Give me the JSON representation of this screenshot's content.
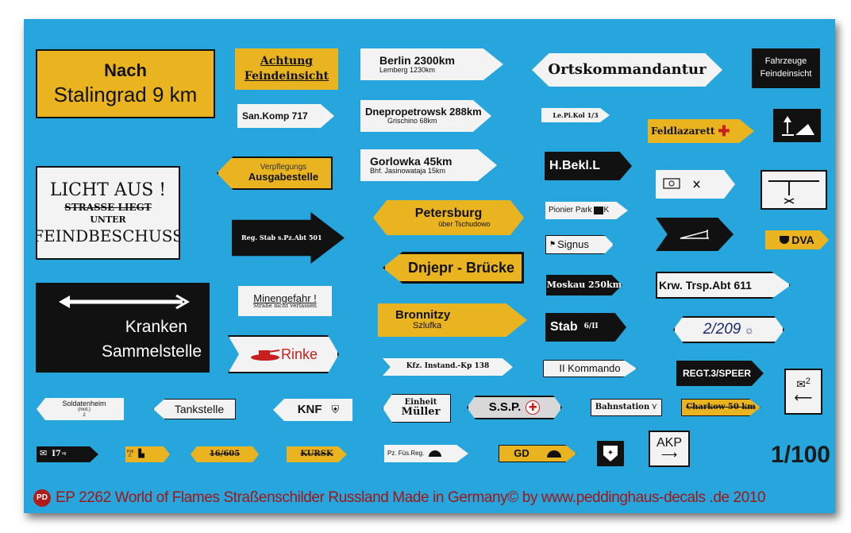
{
  "colors": {
    "sheet": "#26a6dc",
    "yellow": "#e9b41f",
    "black": "#111111",
    "white": "#f3f3f3",
    "red": "#c8201e"
  },
  "signs": {
    "nach_l1": "Nach",
    "nach_l2": "Stalingrad 9 km",
    "achtung_l1": "Achtung",
    "achtung_l2": "Feindeinsicht",
    "berlin_l1": "Berlin 2300km",
    "berlin_l2": "Lemberg 1230km",
    "ortskommandantur": "Ortskommandantur",
    "fahrzeuge_l1": "Fahrzeuge",
    "fahrzeuge_l2": "Feindeinsicht",
    "sankomp": "San.Komp 717",
    "dnepro_l1": "Dnepropetrowsk 288km",
    "dnepro_l2": "Grischino 68km",
    "lepikol": "Le.Pi.Kol 1/3",
    "feldlazarett": "Feldlazarett",
    "licht_l1": "LICHT AUS !",
    "licht_l2": "STRASSE LIEGT",
    "licht_l3": "UNTER",
    "licht_l4": "FEINDBESCHUSS",
    "verpf_l1": "Verpflegungs",
    "verpf_l2": "Ausgabestelle",
    "gorlowka_l1": "Gorlowka 45km",
    "gorlowka_l2": "Bhf. Jasinowataja 15km",
    "hbekl": "H.Bekl.L",
    "regstab": "Reg. Stab s.Pz.Abt 501",
    "petersburg_l1": "Petersburg",
    "petersburg_l2": "über Tschudowo",
    "pionierpark": "Pionier Park",
    "dva": "DVA",
    "signus": "Signus",
    "dnjepr": "Dnjepr - Brücke",
    "moskau": "Moskau 250km",
    "krw": "Krw. Trsp.Abt 611",
    "kranken_l1": "Kranken",
    "kranken_l2": "Sammelstelle",
    "minen_l1": "Minengefahr !",
    "minen_l2": "Straße nicht verlassen",
    "bronnitzy_l1": "Bronnitzy",
    "bronnitzy_l2": "Szlufka",
    "stab": "Stab",
    "stab_sub": "6/II",
    "n2209": "2/209",
    "rinke": "Rinke",
    "kfz": "Kfz. Instand.-Kp 138",
    "kommando": "II Kommando",
    "regt": "REGT.3/SPEER",
    "mail2": "2",
    "soldatenheim_l1": "Soldatenheim",
    "soldatenheim_l2": "(mot.)",
    "soldatenheim_l3": "2",
    "tankstelle": "Tankstelle",
    "knf": "KNF",
    "einheit_l1": "Einheit",
    "einheit_l2": "Müller",
    "ssp": "S.S.P.",
    "bahnstation": "Bahnstation",
    "charkow": "Charkow 50 km",
    "i7": "I7",
    "i7_sub": "ug",
    "pm_l1": "P.M",
    "pm_l2": "Z.",
    "n16605": "16/605",
    "kursk": "KURSK",
    "pzfus": "Pz. Füs.Reg.",
    "gd": "GD",
    "akp": "AKP",
    "scale": "1/100"
  },
  "footer": {
    "text": "EP 2262  World of Flames Straßenschilder Russland   Made in Germany© by www.peddinghaus-decals .de 2010",
    "logo": "PD"
  }
}
